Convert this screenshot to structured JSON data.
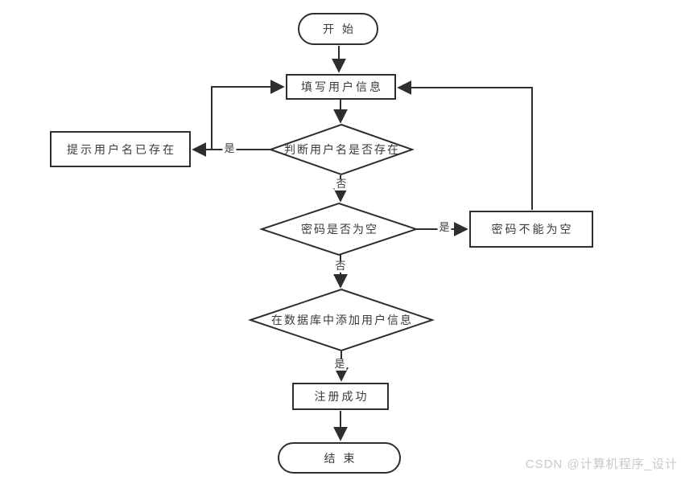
{
  "diagram": {
    "nodes": {
      "start": {
        "type": "stadium",
        "label": "开始"
      },
      "fill_user_info": {
        "type": "process",
        "label": "填写用户信息"
      },
      "check_username_exists": {
        "type": "decision",
        "label": "判断用户名是否存在"
      },
      "prompt_username_exists": {
        "type": "process",
        "label": "提示用户名已存在"
      },
      "check_password_empty": {
        "type": "decision",
        "label": "密码是否为空"
      },
      "password_cannot_be_empty": {
        "type": "process",
        "label": "密码不能为空"
      },
      "add_user_to_database": {
        "type": "decision",
        "label": "在数据库中添加用户信息"
      },
      "register_success": {
        "type": "process",
        "label": "注册成功"
      },
      "end": {
        "type": "stadium",
        "label": "结束"
      }
    },
    "edges": [
      {
        "from": "start",
        "to": "fill_user_info",
        "label": ""
      },
      {
        "from": "fill_user_info",
        "to": "check_username_exists",
        "label": ""
      },
      {
        "from": "check_username_exists",
        "to": "prompt_username_exists",
        "label": "是"
      },
      {
        "from": "prompt_username_exists",
        "to": "fill_user_info",
        "label": ""
      },
      {
        "from": "check_username_exists",
        "to": "check_password_empty",
        "label": "否"
      },
      {
        "from": "check_password_empty",
        "to": "password_cannot_be_empty",
        "label": "是"
      },
      {
        "from": "password_cannot_be_empty",
        "to": "fill_user_info",
        "label": ""
      },
      {
        "from": "check_password_empty",
        "to": "add_user_to_database",
        "label": "否"
      },
      {
        "from": "add_user_to_database",
        "to": "register_success",
        "label": "是"
      },
      {
        "from": "register_success",
        "to": "end",
        "label": ""
      }
    ],
    "colors": {
      "line": "#2e2e2e",
      "text": "#3a3a3a",
      "background": "#ffffff",
      "watermark": "#c9c9c9"
    }
  },
  "watermark": {
    "text": "CSDN @计算机程序_设计"
  }
}
